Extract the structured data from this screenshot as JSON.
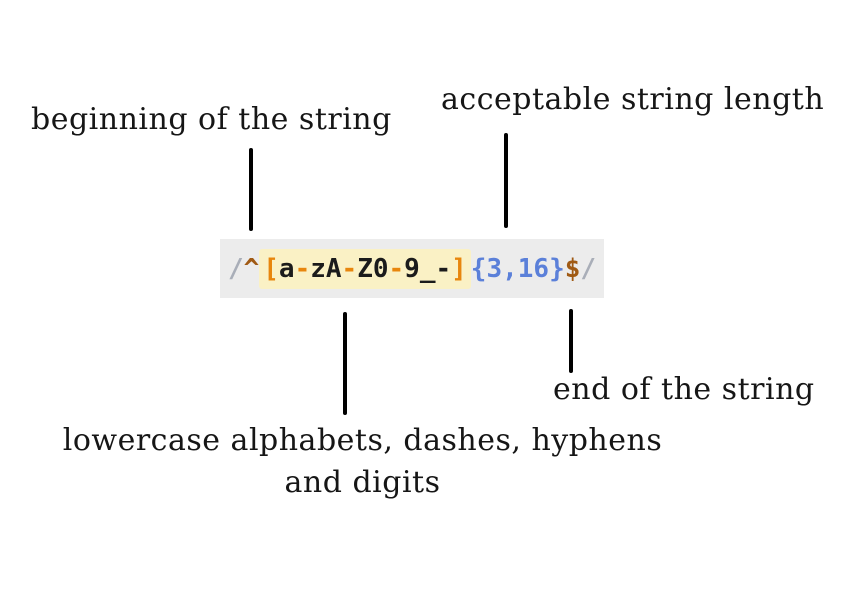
{
  "annotations": {
    "beginning": "beginning of the string",
    "acceptable_length": "acceptable string length",
    "end": "end of the string",
    "charclass_line1": "lowercase alphabets, dashes, hyphens",
    "charclass_line2": "and digits"
  },
  "regex": {
    "full": "/^[a-zA-Z0-9_-]{3,16}$/",
    "tokens": [
      {
        "text": "/",
        "color": "delimiter",
        "highlight": false
      },
      {
        "text": "^",
        "color": "anchor",
        "highlight": false
      },
      {
        "text": "[",
        "color": "bracket",
        "highlight": true
      },
      {
        "text": "a",
        "color": "literal",
        "highlight": true
      },
      {
        "text": "-",
        "color": "bracket",
        "highlight": true
      },
      {
        "text": "zA",
        "color": "literal",
        "highlight": true
      },
      {
        "text": "-",
        "color": "bracket",
        "highlight": true
      },
      {
        "text": "Z0",
        "color": "literal",
        "highlight": true
      },
      {
        "text": "-",
        "color": "bracket",
        "highlight": true
      },
      {
        "text": "9_-",
        "color": "literal",
        "highlight": true
      },
      {
        "text": "]",
        "color": "bracket",
        "highlight": true
      },
      {
        "text": "{3,16}",
        "color": "quantifier",
        "highlight": false
      },
      {
        "text": "$",
        "color": "anchor",
        "highlight": false
      },
      {
        "text": "/",
        "color": "delimiter",
        "highlight": false
      }
    ]
  },
  "colors": {
    "delimiter": "#a9aeb8",
    "anchor": "#a05a14",
    "bracket": "#e8860d",
    "literal": "#1b1b1b",
    "quantifier": "#5b80d9",
    "highlight_bg": "#faf1c5",
    "code_bg": "#ececec",
    "connector": "#000000",
    "label_text": "#161616"
  }
}
